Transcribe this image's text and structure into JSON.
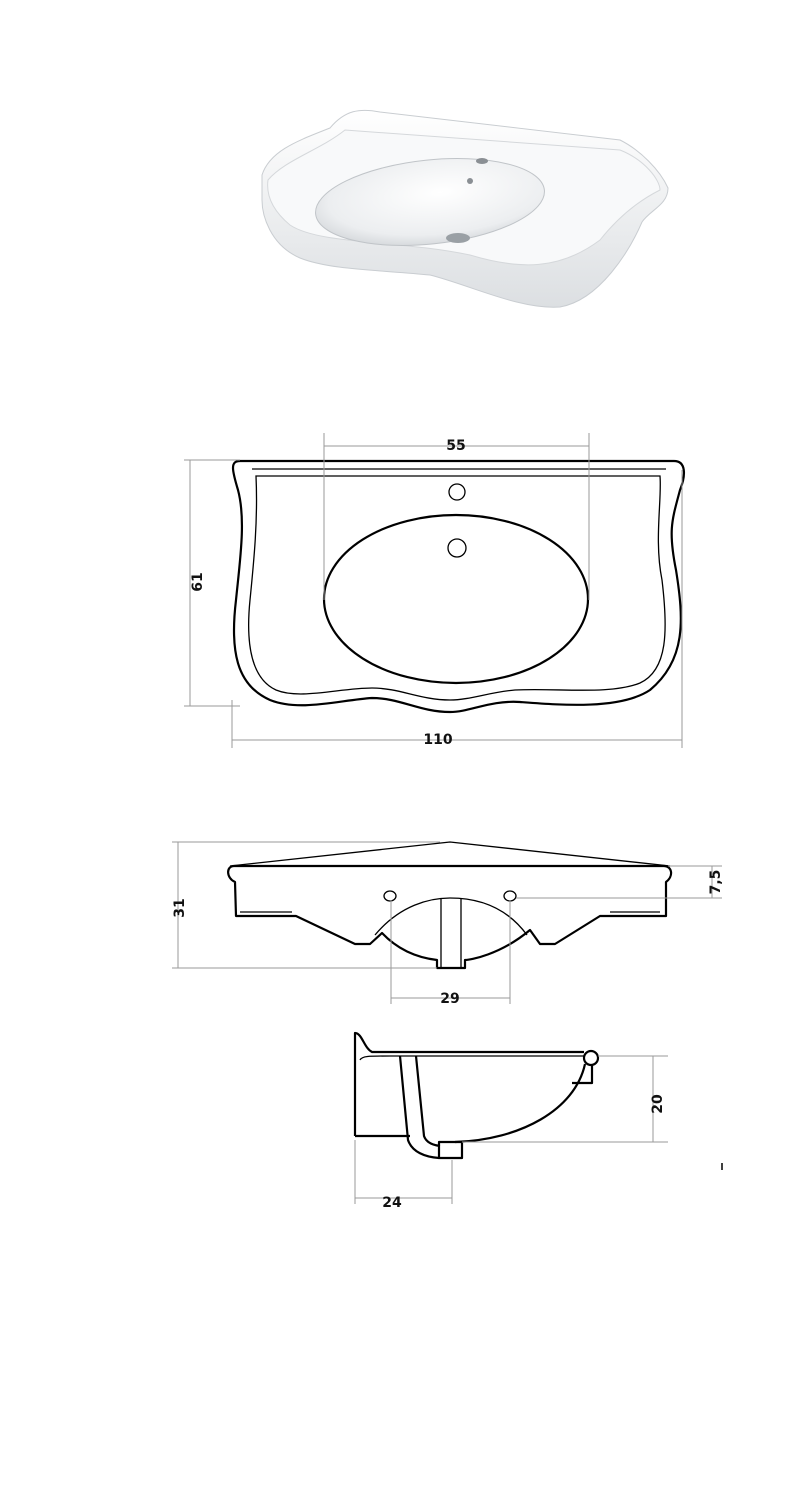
{
  "product_photo": {
    "alt_subject": "washbasin"
  },
  "top_view": {
    "width_label": "110",
    "depth_label": "61",
    "basin_width_label": "55"
  },
  "front_view": {
    "height_label": "31",
    "rim_label": "7,5",
    "hole_spacing_label": "29"
  },
  "side_view": {
    "depth_label": "20",
    "drain_offset_label": "24"
  },
  "colors": {
    "line": "#000000",
    "dimension": "#9a9a9a"
  }
}
